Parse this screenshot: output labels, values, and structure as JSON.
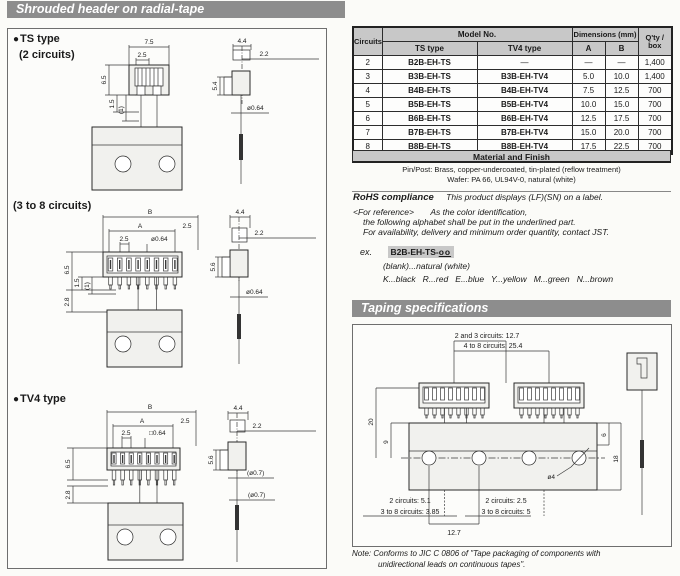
{
  "page": {
    "title": "Shrouded header on radial-tape"
  },
  "left": {
    "ts": {
      "bullet": "●",
      "label": "TS type",
      "sub": "(2 circuits)"
    },
    "mid_label": "(3 to 8 circuits)",
    "tv4": {
      "bullet": "●",
      "label": "TV4 type"
    },
    "d2": {
      "w": "7.5",
      "pitch": "2.5",
      "h": "6.5",
      "l1": "1.5",
      "l2": "(1)",
      "sw": "4.4",
      "so": "2.2",
      "sh": "5.4",
      "dia": "ø0.64"
    },
    "d38": {
      "B": "B",
      "A": "A",
      "end": "2.5",
      "pitch": "2.5",
      "dia": "ø0.64",
      "h": "6.5",
      "l1": "1.5",
      "l2": "(1)",
      "low": "2.8",
      "sw": "4.4",
      "so": "2.2",
      "sh": "5.6",
      "sdia": "ø0.64"
    },
    "dtv": {
      "B": "B",
      "A": "A",
      "end": "2.5",
      "pitch": "2.5",
      "dia": "□0.64",
      "h": "6.5",
      "low": "2.8",
      "sw": "4.4",
      "so": "2.2",
      "sh": "5.6",
      "sdia1": "(ø0.7)",
      "sdia2": "(ø0.7)"
    }
  },
  "table": {
    "headers": {
      "circuits": "Circuits",
      "model": "Model No.",
      "ts": "TS type",
      "tv4": "TV4 type",
      "dims": "Dimensions (mm)",
      "a": "A",
      "b": "B",
      "qty1": "Q'ty /",
      "qty2": "box"
    },
    "rows": [
      {
        "c": "2",
        "ts": "B2B-EH-TS",
        "tv": "—",
        "a": "—",
        "b": "—",
        "q": "1,400"
      },
      {
        "c": "3",
        "ts": "B3B-EH-TS",
        "tv": "B3B-EH-TV4",
        "a": "5.0",
        "b": "10.0",
        "q": "1,400"
      },
      {
        "c": "4",
        "ts": "B4B-EH-TS",
        "tv": "B4B-EH-TV4",
        "a": "7.5",
        "b": "12.5",
        "q": "700"
      },
      {
        "c": "5",
        "ts": "B5B-EH-TS",
        "tv": "B5B-EH-TV4",
        "a": "10.0",
        "b": "15.0",
        "q": "700"
      },
      {
        "c": "6",
        "ts": "B6B-EH-TS",
        "tv": "B6B-EH-TV4",
        "a": "12.5",
        "b": "17.5",
        "q": "700"
      },
      {
        "c": "7",
        "ts": "B7B-EH-TS",
        "tv": "B7B-EH-TV4",
        "a": "15.0",
        "b": "20.0",
        "q": "700"
      },
      {
        "c": "8",
        "ts": "B8B-EH-TS",
        "tv": "B8B-EH-TV4",
        "a": "17.5",
        "b": "22.5",
        "q": "700"
      }
    ]
  },
  "material": {
    "title": "Material and Finish",
    "line1": "Pin/Post: Brass, copper-undercoated, tin-plated (reflow treatment)",
    "line2": "Wafer: PA 66, UL94V-0, natural (white)"
  },
  "rohs": {
    "heading": "RoHS compliance",
    "statement": "This product displays (LF)(SN) on a label.",
    "ref_label": "<For reference>",
    "ref1": "As the color identification,",
    "ref2": "the following alphabet shall be put in the underlined part.",
    "ref3": "For availability, delivery and minimum order quantity, contact JST.",
    "ex": "ex.",
    "code": "B2B-EH-TS-",
    "suffix": "oo",
    "blank": "(blank)...natural (white)",
    "colors": "K...black   R...red   E...blue   Y...yellow   M...green   N...brown"
  },
  "taping": {
    "title": "Taping specifications",
    "p1": "2 and 3 circuits: 12.7",
    "p2": "4 to 8 circuits: 25.4",
    "d20": "20",
    "d9": "9",
    "d6": "6",
    "d18": "18",
    "hole": "ø4",
    "ol1": "2 circuits: 5.1",
    "ol2": "3 to 8 circuits: 3.85",
    "or1": "2 circuits: 2.5",
    "or2": "3 to 8 circuits: 5",
    "bp": "12.7",
    "note1": "Note: Conforms to JIC C 0806 of \"Tape packaging of components with",
    "note2": "unidirectional leads on continuous tapes\"."
  }
}
